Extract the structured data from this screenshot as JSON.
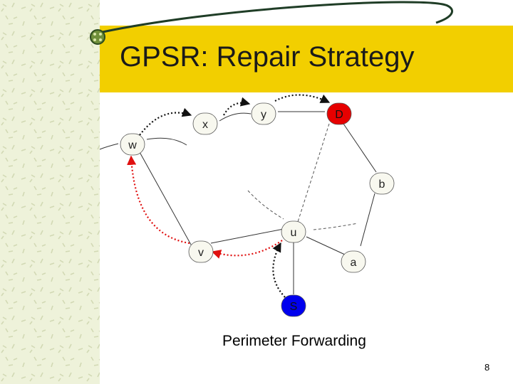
{
  "slide": {
    "title": "GPSR: Repair Strategy",
    "caption": "Perimeter Forwarding",
    "page_number": "8"
  },
  "colors": {
    "banner": "#f2cf00",
    "left_strip": "#eef2da",
    "node_default": "#f8f8ef",
    "destination_node": "#e60000",
    "source_node": "#0000ee",
    "perimeter_path": "#e01010",
    "forwarding_path": "#111111"
  },
  "nodes": [
    {
      "id": "w",
      "label": "w",
      "role": "node"
    },
    {
      "id": "x",
      "label": "x",
      "role": "node"
    },
    {
      "id": "y",
      "label": "y",
      "role": "node"
    },
    {
      "id": "D",
      "label": "D",
      "role": "destination"
    },
    {
      "id": "b",
      "label": "b",
      "role": "node"
    },
    {
      "id": "u",
      "label": "u",
      "role": "node"
    },
    {
      "id": "v",
      "label": "v",
      "role": "node"
    },
    {
      "id": "a",
      "label": "a",
      "role": "node"
    },
    {
      "id": "S",
      "label": "S",
      "role": "source"
    }
  ]
}
